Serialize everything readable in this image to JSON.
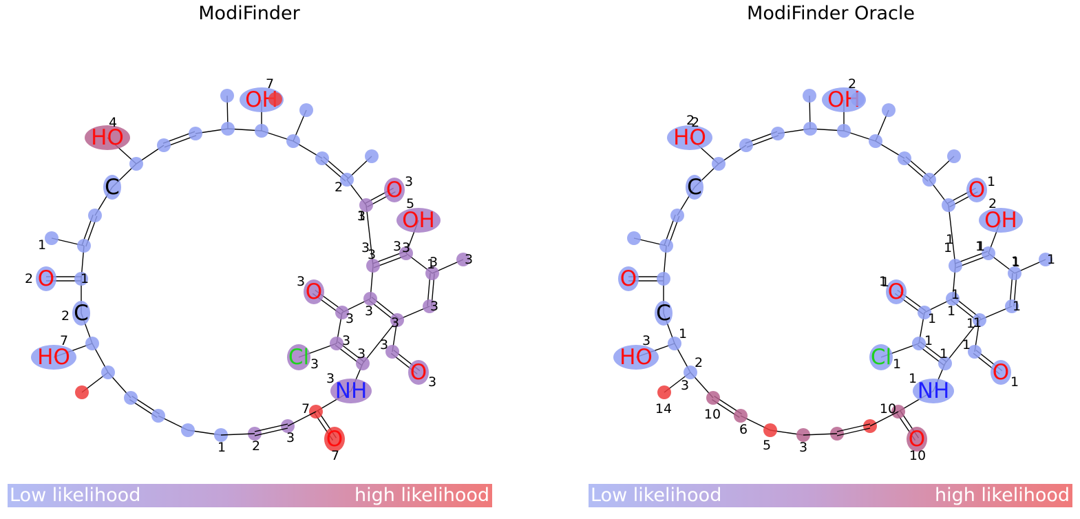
{
  "colors": {
    "blue": "#8f9ff2",
    "purple": "#a67cc6",
    "mauve": "#b7648f",
    "red": "#ee3c3c",
    "oxygen": "#ff0d0d",
    "nitrogen": "#1f1fff",
    "chlorine": "#1fd11f",
    "carbon": "#000000"
  },
  "panels": [
    {
      "title": "ModiFinder",
      "legend_low": "Low likelihood",
      "legend_high": "high likelihood",
      "atom_colors": [
        "blue",
        "blue",
        "blue",
        "blue",
        "blue",
        "blue",
        "blue",
        "blue",
        "mauve",
        "blue",
        "blue",
        "blue",
        "blue",
        "red",
        "blue",
        "blue",
        "blue",
        "blue",
        "purple",
        "purple",
        "purple",
        "purple",
        "purple",
        "purple",
        "purple",
        "purple",
        "purple",
        "purple",
        "purple",
        "purple",
        "purple",
        "purple",
        "purple",
        "purple",
        "purple",
        "red",
        "red",
        "purple",
        "purple",
        "blue",
        "blue",
        "blue",
        "blue",
        "blue",
        "blue",
        "red",
        "blue",
        "blue",
        "blue",
        "blue"
      ],
      "atom_numbers": [
        "",
        "",
        "",
        "",
        "",
        "",
        "",
        "",
        "4",
        "",
        "",
        "",
        "",
        "7",
        "",
        "",
        "",
        "1",
        "1",
        "3",
        "3",
        "3",
        "3",
        "5",
        "3",
        "3",
        "3",
        "3",
        "3",
        "3",
        "3",
        "3",
        "3",
        "3",
        "3",
        "7",
        "7",
        "3",
        "3",
        "2",
        "1",
        "2",
        "7",
        "",
        "",
        "",
        "",
        "",
        "",
        ""
      ],
      "carbon_labels": [
        {
          "id": "c1",
          "text": "C",
          "color": "blue"
        },
        {
          "id": "c2",
          "text": "C",
          "color": "blue"
        }
      ],
      "extra_numbers": [
        "1",
        "2",
        "3",
        "3",
        "3",
        "1",
        "2",
        "3"
      ]
    },
    {
      "title": "ModiFinder Oracle",
      "legend_low": "Low likelihood",
      "legend_high": "high likelihood",
      "atom_colors": [
        "blue",
        "blue",
        "blue",
        "blue",
        "blue",
        "blue",
        "blue",
        "blue",
        "blue",
        "blue",
        "blue",
        "blue",
        "blue",
        "blue",
        "blue",
        "blue",
        "blue",
        "blue",
        "blue",
        "blue",
        "blue",
        "blue",
        "blue",
        "blue",
        "blue",
        "blue",
        "blue",
        "blue",
        "blue",
        "blue",
        "blue",
        "blue",
        "blue",
        "blue",
        "blue",
        "mauve",
        "mauve",
        "blue",
        "blue",
        "blue",
        "blue",
        "blue",
        "blue",
        "blue",
        "blue",
        "red",
        "mauve",
        "mauve",
        "red",
        "mauve"
      ],
      "atom_numbers": [
        "",
        "",
        "",
        "",
        "",
        "",
        "",
        "",
        "2",
        "",
        "",
        "",
        "",
        "2",
        "",
        "",
        "",
        "",
        "",
        "1",
        "1",
        "1",
        "1",
        "2",
        "1",
        "1",
        "1",
        "1",
        "1",
        "1",
        "1",
        "1",
        "1",
        "1",
        "1",
        "10",
        "10",
        "1",
        "1",
        "",
        "",
        "",
        "3",
        "1",
        "2",
        "14",
        "10",
        "6",
        "5",
        "3"
      ],
      "carbon_labels": [
        {
          "id": "c1",
          "text": "C",
          "color": "blue"
        },
        {
          "id": "c2",
          "text": "C",
          "color": "blue"
        }
      ],
      "extra_numbers": [
        "2",
        "3",
        "1",
        "1",
        "1",
        "1",
        "1",
        "1"
      ]
    }
  ],
  "atom_symbols": {
    "hydroxyl_a": "HO",
    "hydroxyl_b": "OH",
    "hydroxyl_c": "OH",
    "hydroxyl_d": "HO",
    "oxygen": "O",
    "nitrogen_h": "NH",
    "chlorine": "Cl",
    "carbon": "C"
  }
}
